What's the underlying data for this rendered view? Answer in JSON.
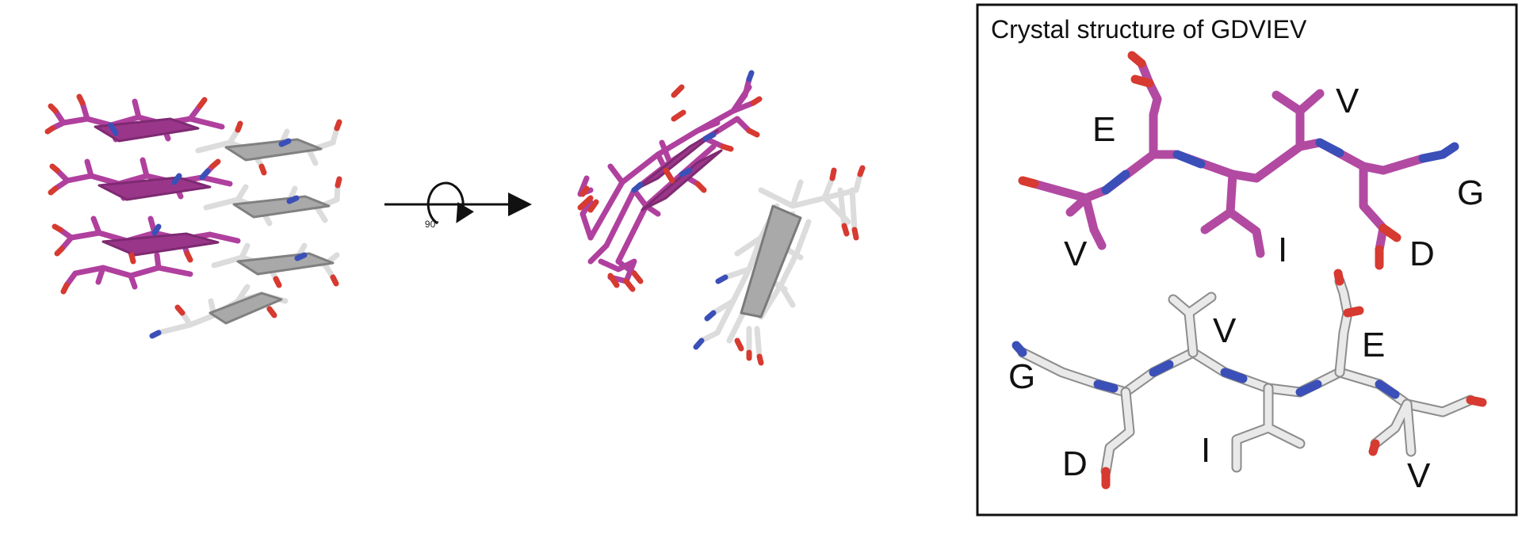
{
  "rotation": {
    "angle_label": "90°"
  },
  "panel": {
    "title": "Crystal structure of GDVIEV",
    "strand_top": {
      "labels": {
        "E": "E",
        "V1": "V",
        "G": "G",
        "V2": "V",
        "I": "I",
        "D": "D"
      }
    },
    "strand_bottom": {
      "labels": {
        "G": "G",
        "V1": "V",
        "E": "E",
        "D": "D",
        "I": "I",
        "V2": "V"
      }
    }
  },
  "colors": {
    "magenta_strand": "#b0409e",
    "magenta_dark": "#7e2a72",
    "white_strand": "#e4e4e4",
    "white_edge": "#8c8c8c",
    "oxygen": "#d63a30",
    "nitrogen": "#3b4fb8",
    "arrow": "#111111"
  }
}
